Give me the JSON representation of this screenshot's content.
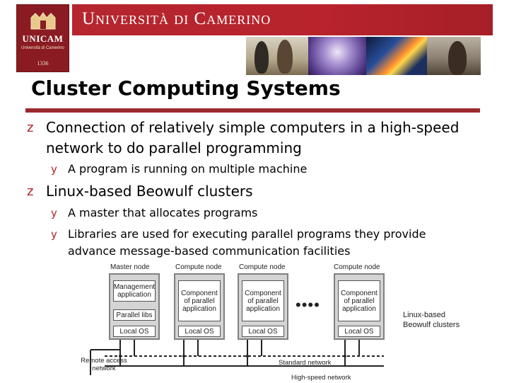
{
  "header": {
    "logo": {
      "name": "UNICAM",
      "subtitle": "Università di Camerino",
      "year": "1336"
    },
    "university_title": "Università di Camerino",
    "colors": {
      "brand_red": "#b5262e",
      "rule_red": "#9b2a2f",
      "bullet_red": "#b0232c"
    }
  },
  "slide": {
    "title": "Cluster Computing Systems",
    "bullet_glyph_l1": "z",
    "bullet_glyph_l2": "y",
    "bullets": [
      {
        "lines": [
          "Connection of relatively simple computers in a high-speed",
          "network to do parallel programming"
        ],
        "sub": [
          {
            "lines": [
              "A program is running on multiple machine"
            ]
          }
        ]
      },
      {
        "lines": [
          "Linux-based Beowulf clusters"
        ],
        "sub": [
          {
            "lines": [
              "A master that allocates programs"
            ]
          },
          {
            "lines": [
              "Libraries are used for executing parallel programs they provide",
              "advance message-based communication facilities"
            ]
          }
        ]
      }
    ]
  },
  "diagram": {
    "labels": {
      "master": "Master node",
      "compute1": "Compute node",
      "compute2": "Compute node",
      "compute3": "Compute node"
    },
    "master_boxes": [
      "Management application",
      "Parallel libs",
      "Local OS"
    ],
    "compute_boxes": [
      "Component of parallel application",
      "Local OS"
    ],
    "dots": "••••",
    "remote_access": "Remote access network",
    "standard_network": "Standard network",
    "high_speed_network": "High-speed network",
    "caption": [
      "Linux-based",
      "Beowulf clusters"
    ]
  }
}
